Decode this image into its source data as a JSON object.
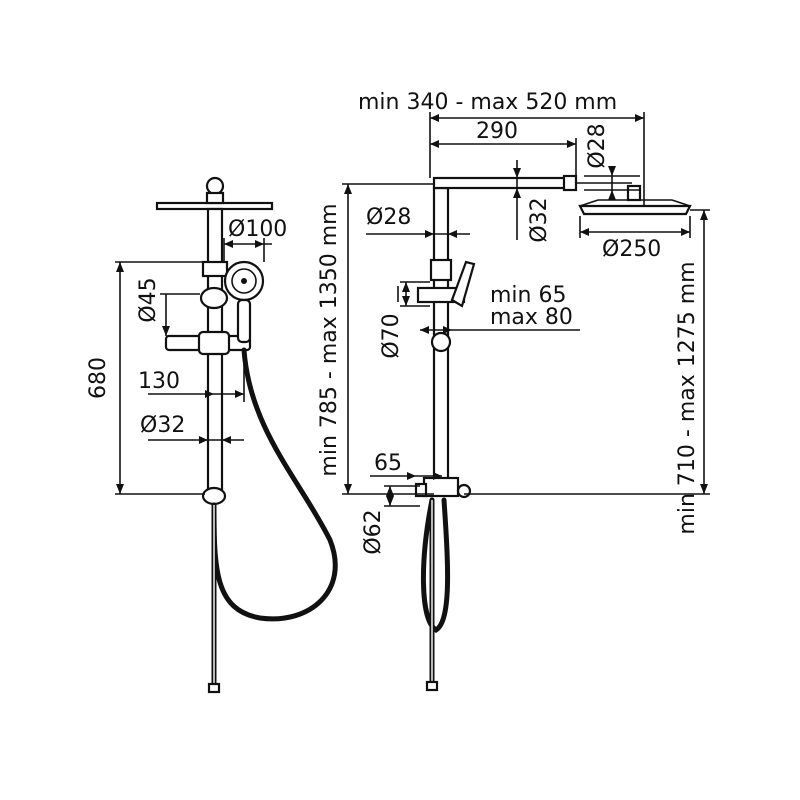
{
  "front_view": {
    "height": "680",
    "hand_shower_diameter": "Ø100",
    "holder_diameter": "Ø45",
    "holder_projection": "130",
    "bar_diameter": "Ø32"
  },
  "side_view": {
    "arm_length_range": "min 340 - max 520 mm",
    "arm_length": "290",
    "arm_diameter": "Ø28",
    "arm_tube_diameter": "Ø32",
    "head_diameter": "Ø250",
    "riser_diameter": "Ø28",
    "total_height_range": "min 785 - max 1350 mm",
    "head_height_range": "min 710 - max 1275 mm",
    "holder_diameter": "Ø70",
    "holder_projection_min": "min 65",
    "holder_projection_max": "max 80",
    "mixer_projection": "65",
    "mixer_diameter": "Ø62"
  }
}
